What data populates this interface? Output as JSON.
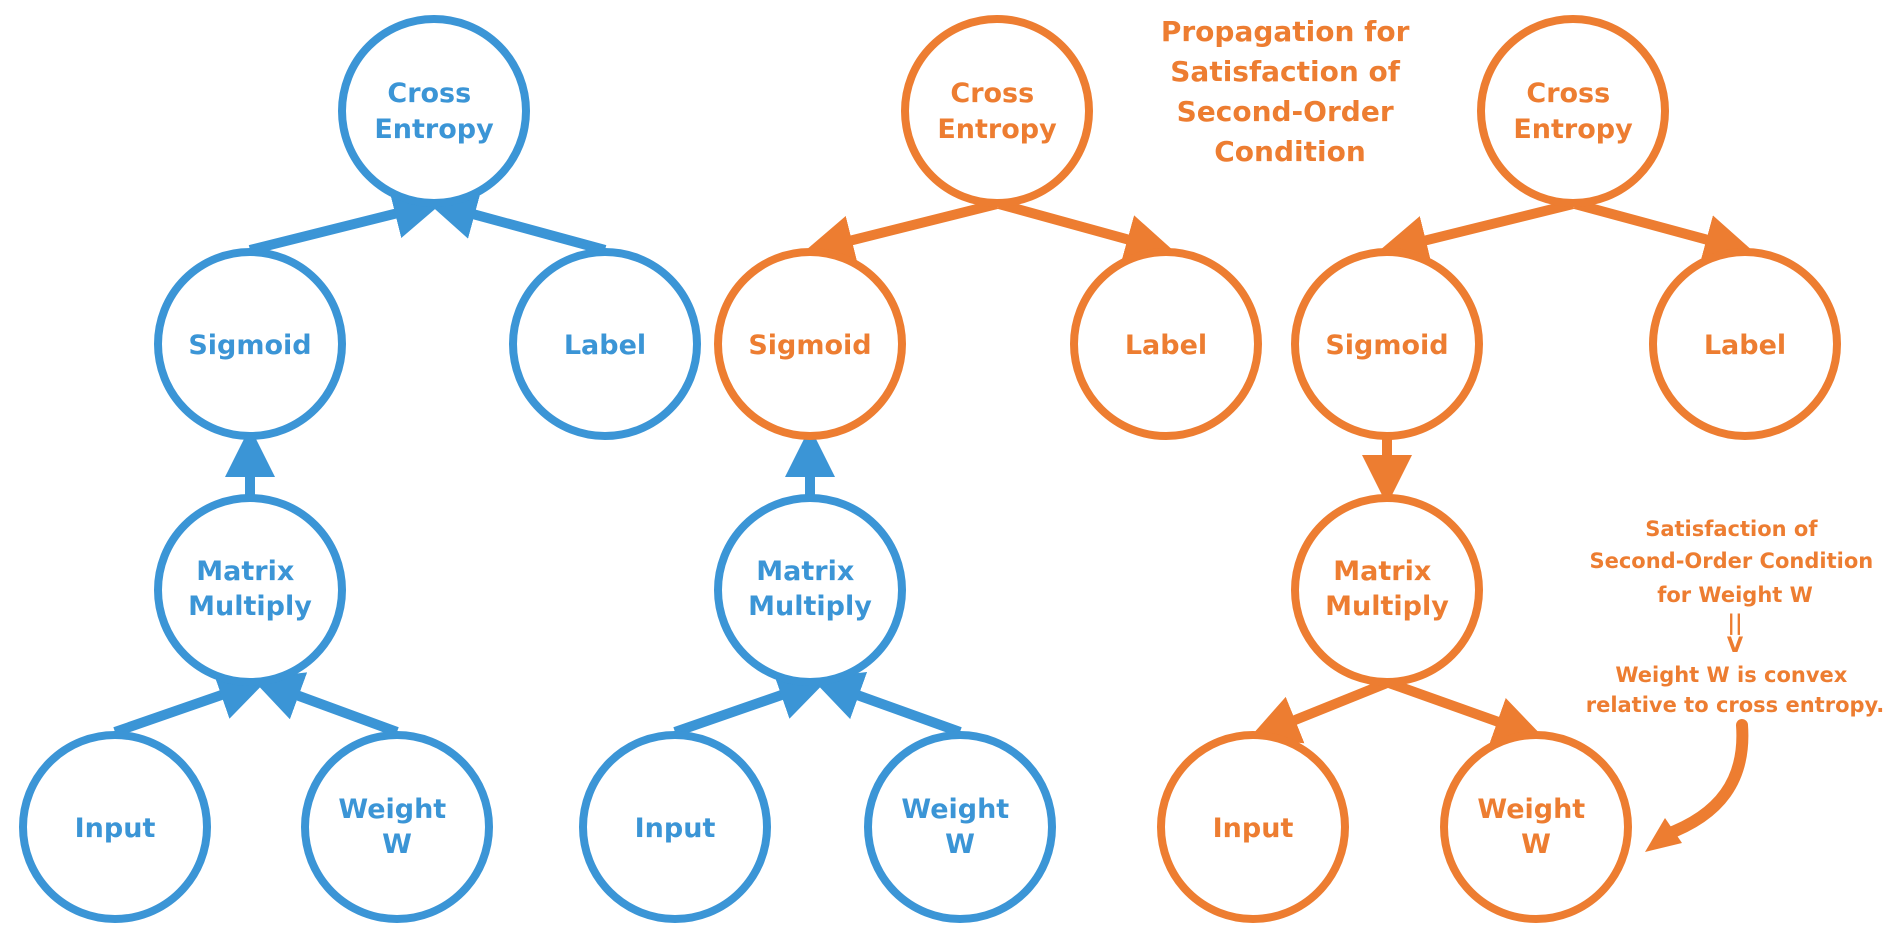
{
  "colors": {
    "blue": "#3b95d6",
    "orange": "#ed7d31"
  },
  "diagram_blue": {
    "cross_entropy": [
      "Cross",
      "Entropy"
    ],
    "sigmoid": "Sigmoid",
    "label": "Label",
    "matrix_multiply": [
      "Matrix",
      "Multiply"
    ],
    "input": "Input",
    "weight": [
      "Weight",
      "W"
    ]
  },
  "diagram_orange_1": {
    "cross_entropy": [
      "Cross",
      "Entropy"
    ],
    "sigmoid": "Sigmoid",
    "label": "Label",
    "matrix_multiply": [
      "Matrix",
      "Multiply"
    ],
    "input": "Input",
    "weight": [
      "Weight",
      "W"
    ]
  },
  "diagram_orange_2": {
    "cross_entropy": [
      "Cross",
      "Entropy"
    ],
    "sigmoid": "Sigmoid",
    "label": "Label",
    "matrix_multiply": [
      "Matrix",
      "Multiply"
    ],
    "input": "Input",
    "weight": [
      "Weight",
      "W"
    ]
  },
  "heading": [
    "Propagation for",
    "Satisfaction of",
    "Second-Order",
    "Condition"
  ],
  "note": {
    "lines": [
      "Satisfaction of",
      "Second-Order Condition",
      "for Weight W"
    ],
    "implies_top": "||",
    "implies_bottom": "V",
    "conclusion": [
      "Weight W is convex",
      "relative to cross entropy."
    ]
  }
}
